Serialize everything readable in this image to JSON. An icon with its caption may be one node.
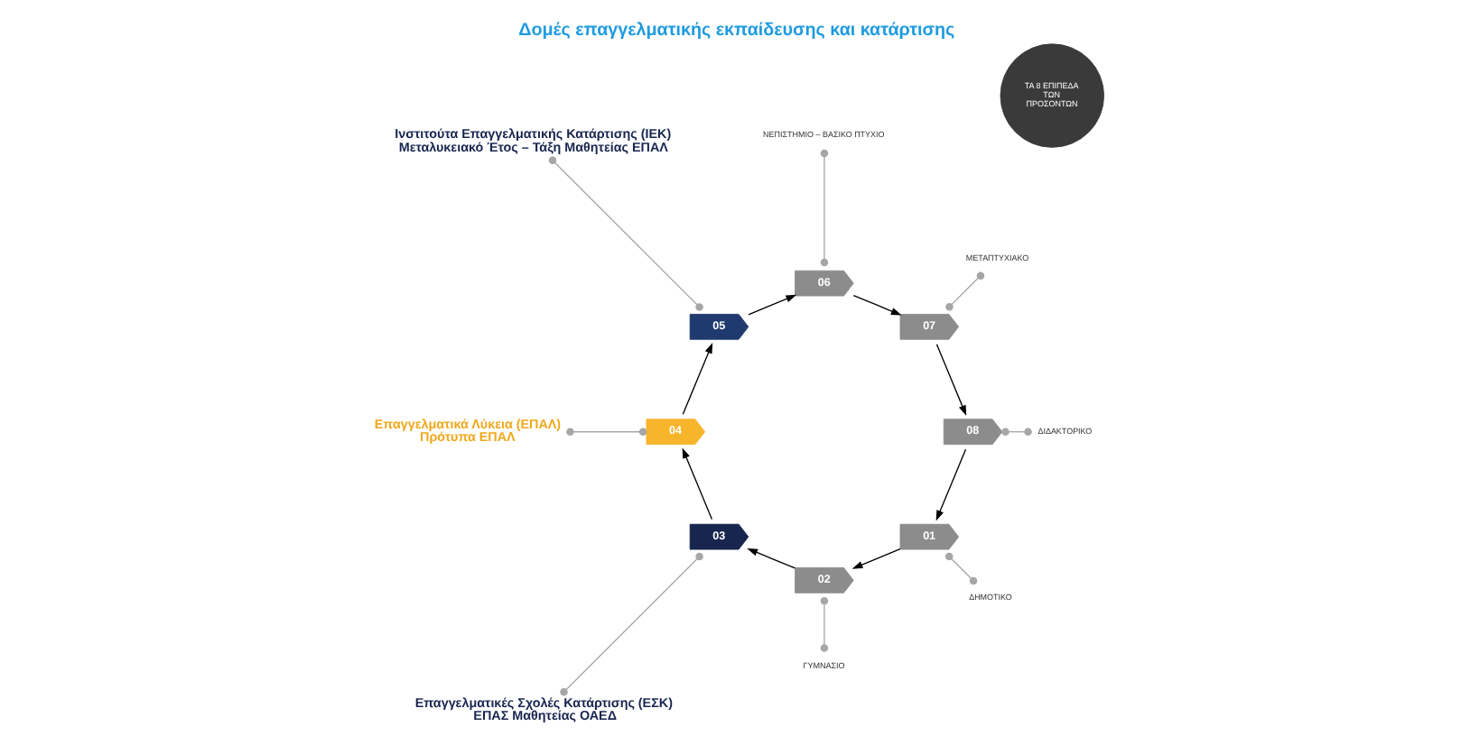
{
  "diagram": {
    "title": "Δομές επαγγελματικής εκπαίδευσης και κατάρτισης",
    "nodes": [
      {
        "text": [
          "ΤΑ 8 ΕΠΙΠΕΔΑ ΤΩΝ ΠΡΟΣΟΝΤΩΝ"
        ]
      },
      {
        "text": [
          "01"
        ]
      },
      {
        "text": [
          "02"
        ]
      },
      {
        "text": [
          "03"
        ]
      },
      {
        "text": [
          "04"
        ]
      },
      {
        "text": [
          "05"
        ]
      },
      {
        "text": [
          "06"
        ]
      },
      {
        "text": [
          "07"
        ]
      },
      {
        "text": [
          "08"
        ]
      },
      {
        "text": [
          "ΔΗΜΟΤΙΚΟ"
        ]
      },
      {
        "text": [
          "ΓΥΜΝΑΣΙΟ"
        ]
      },
      {
        "text": [
          "Επαγγελματικές Σχολές Κατάρτισης (ΕΣΚ)",
          "ΕΠΑΣ Μαθητείας ΟΑΕΔ"
        ]
      },
      {
        "text": [
          "Επαγγελματικά Λύκεια (ΕΠΑΛ)",
          "Πρότυπα ΕΠΑΛ"
        ]
      },
      {
        "text": [
          "Ινστιτούτα Επαγγελματικής Κατάρτισης (ΙΕΚ)",
          "Μεταλυκειακό Έτος – Τάξη Μαθητείας ΕΠΑΛ"
        ]
      },
      {
        "text": [
          "ΝΕΠΙΣΤΗΜΙΟ – ΒΑΣΙΚΟ ΠΤΥΧΙΟ"
        ]
      },
      {
        "text": [
          "ΜΕΤΑΠΤΥΧΙΑΚΟ"
        ]
      },
      {
        "text": [
          "ΔΙΔΑΚΤΟΡΙΚΟ"
        ]
      }
    ],
    "edges": [
      {
        "from": 1,
        "to": 2,
        "arrow": "to"
      },
      {
        "from": 2,
        "to": 3,
        "arrow": "to"
      },
      {
        "from": 3,
        "to": 4,
        "arrow": "to"
      },
      {
        "from": 4,
        "to": 5,
        "arrow": "to"
      },
      {
        "from": 5,
        "to": 6,
        "arrow": "to"
      },
      {
        "from": 6,
        "to": 7,
        "arrow": "to"
      },
      {
        "from": 7,
        "to": 8,
        "arrow": "to"
      },
      {
        "from": 8,
        "to": 1,
        "arrow": "to"
      },
      {
        "from": 9,
        "to": 1,
        "arrow": "other",
        "color": "#a6a6a6"
      },
      {
        "from": 10,
        "to": 2,
        "arrow": "other",
        "color": "#a6a6a6"
      },
      {
        "from": 11,
        "to": 3,
        "arrow": "other",
        "color": "#a6a6a6"
      },
      {
        "from": 12,
        "to": 4,
        "arrow": "other",
        "color": "#a6a6a6"
      },
      {
        "from": 13,
        "to": 5,
        "arrow": "other",
        "color": "#a6a6a6"
      },
      {
        "from": 14,
        "to": 6,
        "arrow": "other",
        "color": "#a6a6a6"
      },
      {
        "from": 15,
        "to": 7,
        "arrow": "other",
        "color": "#a6a6a6"
      },
      {
        "from": 16,
        "to": 8,
        "arrow": "other",
        "color": "#a6a6a6"
      }
    ]
  }
}
